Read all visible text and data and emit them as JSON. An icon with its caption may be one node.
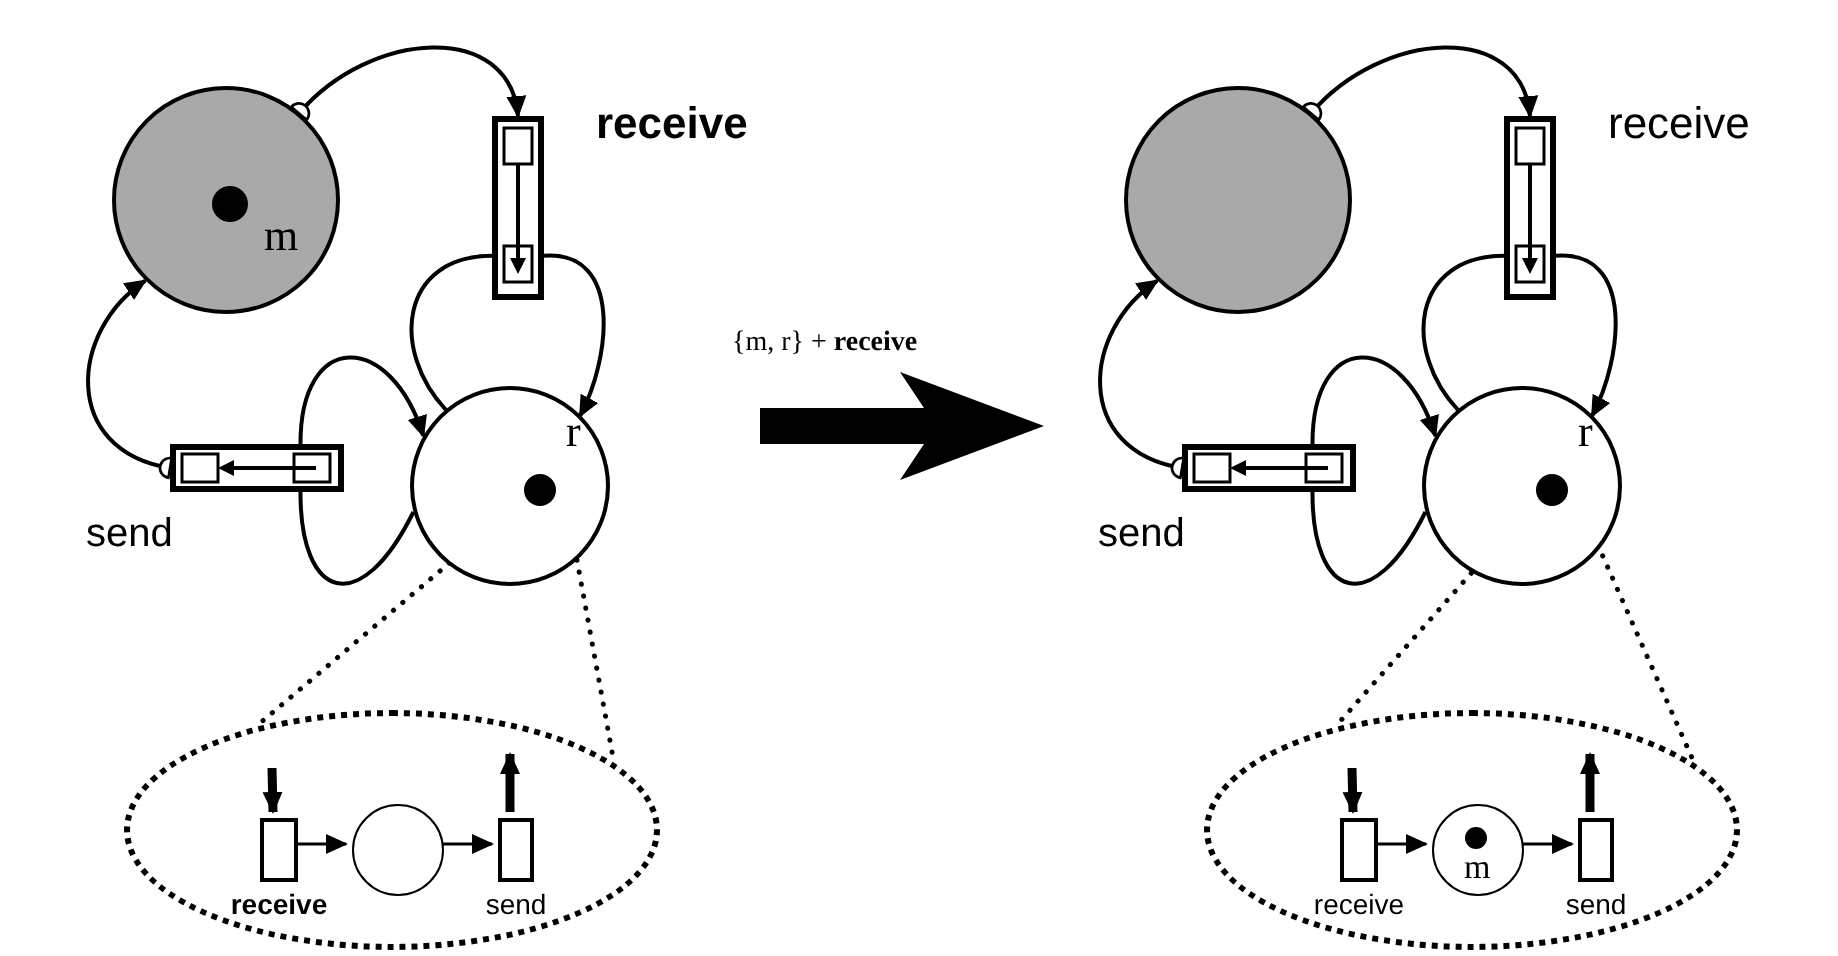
{
  "diagram": {
    "nodes": [
      {
        "text": [
          "m"
        ]
      },
      {
        "text": [
          "receive"
        ]
      },
      {
        "text": [
          "send"
        ]
      },
      {
        "text": [
          "r"
        ]
      },
      {
        "text": [],
        "shape": "ellipse"
      },
      {
        "text": [
          "receive"
        ],
        "in": 4
      },
      {
        "text": [],
        "shape": "circle",
        "in": 4
      },
      {
        "text": [
          "send"
        ],
        "in": 4
      },
      {
        "text": [],
        "shape": "circle"
      },
      {
        "text": [
          "receive"
        ]
      },
      {
        "text": [
          "send"
        ]
      },
      {
        "text": [
          "r"
        ]
      },
      {
        "text": [],
        "shape": "ellipse"
      },
      {
        "text": [
          "receive"
        ],
        "in": 12
      },
      {
        "text": [
          "m"
        ],
        "in": 12
      },
      {
        "text": [
          "send"
        ],
        "in": 12
      }
    ],
    "edges": [
      {
        "from": 0,
        "to": 1,
        "arrow": "to"
      },
      {
        "from": 3,
        "to": 1,
        "arrow": "none"
      },
      {
        "from": 1,
        "to": 3,
        "arrow": "to"
      },
      {
        "from": 3,
        "to": 2,
        "arrow": "none"
      },
      {
        "from": 2,
        "to": 3,
        "arrow": "to"
      },
      {
        "from": 2,
        "to": 0,
        "arrow": "to"
      },
      {
        "from": 3,
        "to": 4,
        "arrow": "none",
        "style": "dashed"
      },
      {
        "from": 3,
        "to": 4,
        "arrow": "none",
        "style": "dashed"
      },
      {
        "from": null,
        "to": 5,
        "arrow": "to",
        "style": "thick"
      },
      {
        "from": 5,
        "to": 6,
        "arrow": "to"
      },
      {
        "from": 6,
        "to": 7,
        "arrow": "to"
      },
      {
        "from": 7,
        "to": null,
        "arrow": "to",
        "style": "thick"
      },
      {
        "from": 8,
        "to": 9,
        "arrow": "to"
      },
      {
        "from": 11,
        "to": 9,
        "arrow": "none"
      },
      {
        "from": 9,
        "to": 11,
        "arrow": "to"
      },
      {
        "from": 11,
        "to": 10,
        "arrow": "none"
      },
      {
        "from": 10,
        "to": 11,
        "arrow": "to"
      },
      {
        "from": 10,
        "to": 8,
        "arrow": "to"
      },
      {
        "from": 11,
        "to": 12,
        "arrow": "none",
        "style": "dashed"
      },
      {
        "from": 11,
        "to": 12,
        "arrow": "none",
        "style": "dashed"
      },
      {
        "from": null,
        "to": 13,
        "arrow": "to",
        "style": "thick"
      },
      {
        "from": 13,
        "to": 14,
        "arrow": "to"
      },
      {
        "from": 14,
        "to": 15,
        "arrow": "to"
      },
      {
        "from": 15,
        "to": null,
        "arrow": "to",
        "style": "thick"
      }
    ],
    "labels": [
      "{m, r} + **receive**"
    ]
  }
}
